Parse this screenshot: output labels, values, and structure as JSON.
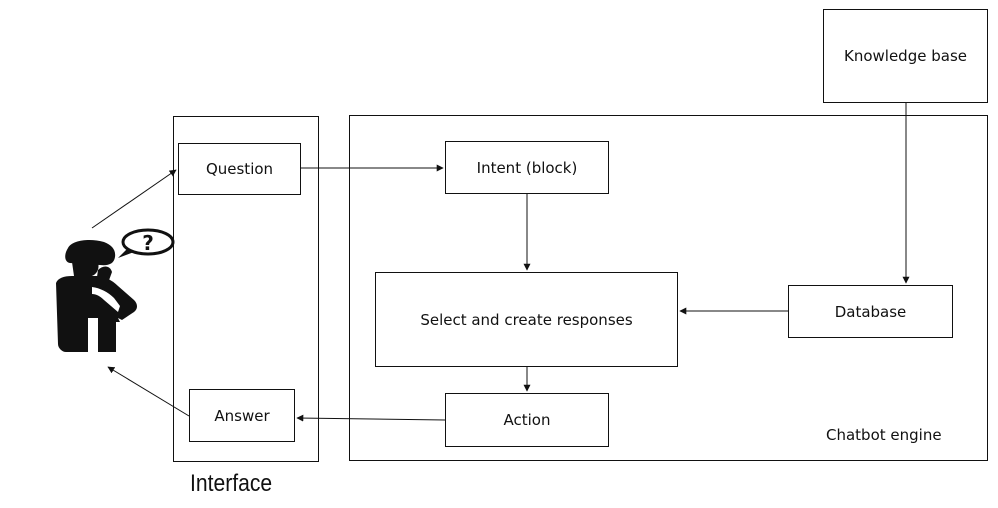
{
  "diagram": {
    "interface_label": "Interface",
    "engine_label": "Chatbot engine",
    "nodes": {
      "question": "Question",
      "answer": "Answer",
      "intent": "Intent (block)",
      "select": "Select and create responses",
      "action": "Action",
      "database": "Database",
      "knowledge": "Knowledge base"
    },
    "icons": [
      "user-icon",
      "question-bubble-icon"
    ]
  }
}
